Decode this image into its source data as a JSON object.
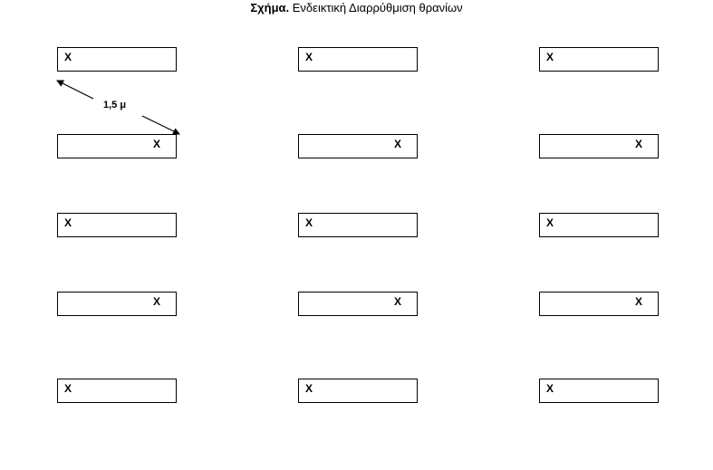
{
  "caption": {
    "label": "Σχήμα.",
    "text": "Ενδεικτική Διαρρύθμιση θρανίων"
  },
  "desk_mark": "X",
  "distance_label": "1,5 μ",
  "desk_rows": [
    {
      "seat_side": "left"
    },
    {
      "seat_side": "right"
    },
    {
      "seat_side": "left"
    },
    {
      "seat_side": "right"
    },
    {
      "seat_side": "left"
    }
  ],
  "desk_columns": 3
}
